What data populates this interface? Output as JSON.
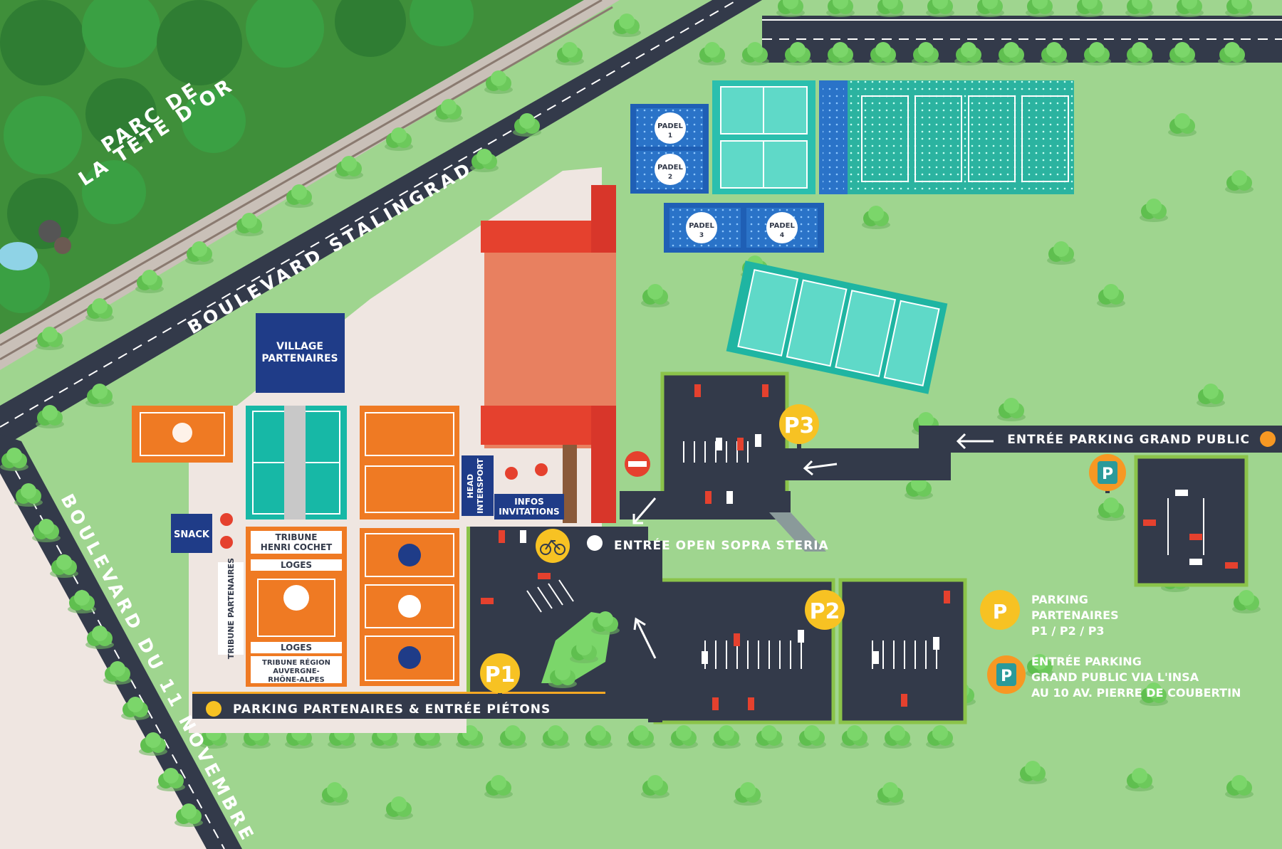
{
  "roads": {
    "stalingrad": "BOULEVARD STALINGRAD",
    "novembre": "BOULEVARD DU 11 NOVEMBRE",
    "park": [
      "PARC DE",
      "LA TÊTE D'OR"
    ]
  },
  "padel": [
    {
      "label": "PADEL",
      "number": "1"
    },
    {
      "label": "PADEL",
      "number": "2"
    },
    {
      "label": "PADEL",
      "number": "3"
    },
    {
      "label": "PADEL",
      "number": "4"
    }
  ],
  "venues": {
    "village": [
      "VILLAGE",
      "PARTENAIRES"
    ],
    "snack": "SNACK",
    "tribune_cochet": [
      "TRIBUNE",
      "HENRI COCHET"
    ],
    "loges": "LOGES",
    "tribune_partenaires": "TRIBUNE PARTENAIRES",
    "tribune_region": [
      "TRIBUNE RÉGION",
      "AUVERGNE-",
      "RHÔNE-ALPES"
    ],
    "head_intersport": [
      "HEAD",
      "INTERSPORT"
    ],
    "infos": [
      "INFOS",
      "INVITATIONS"
    ]
  },
  "entrances": {
    "grand_public": "ENTRÉE PARKING GRAND PUBLIC",
    "open": "ENTRÉE OPEN SOPRA STERIA",
    "pietons": "PARKING PARTENAIRES & ENTRÉE PIÉTONS"
  },
  "parkings": {
    "p1": "P1",
    "p2": "P2",
    "p3": "P3",
    "p_symbol": "P"
  },
  "legend": {
    "partenaires": [
      "PARKING",
      "PARTENAIRES",
      "P1 / P2 / P3"
    ],
    "grand_public": [
      "ENTRÉE PARKING",
      "GRAND PUBLIC VIA L'INSA",
      "AU 10 AV. PIERRE DE COUBERTIN"
    ]
  },
  "colors": {
    "grass": "#9fd58f",
    "road": "#333a4a",
    "clay": "#ef7a23",
    "hard": "#17b8a6",
    "padel": "#2a73c8",
    "roof": "#e5412e",
    "navy": "#1f3c88",
    "yellow": "#f7c223"
  }
}
